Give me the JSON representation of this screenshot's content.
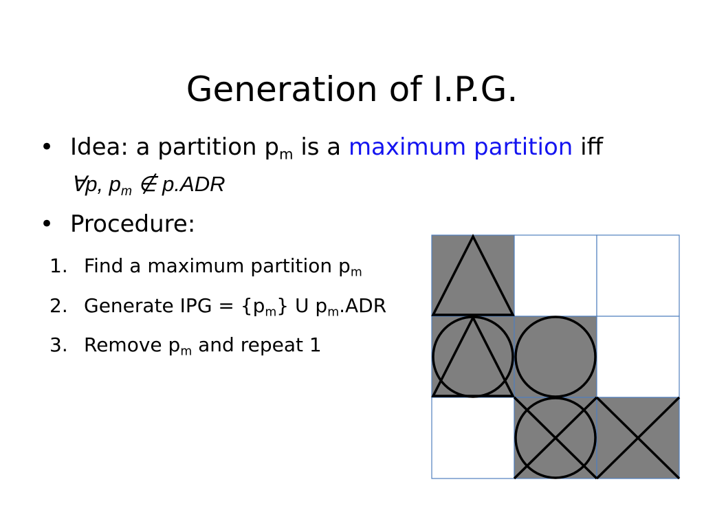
{
  "slide": {
    "title": "Generation of I.P.G.",
    "bullets": [
      {
        "bullet": "•",
        "text_before": "Idea: a partition p",
        "sub1": "m",
        "text_middle": " is a ",
        "highlight": "maximum partition",
        "text_after": " iff",
        "math_forall": "∀",
        "math_p": "p, p",
        "math_sub": "m",
        "math_notin": " ∉ ",
        "math_rest": "p.ADR"
      },
      {
        "bullet": "•",
        "text": "Procedure:"
      }
    ],
    "steps": [
      {
        "num": "1.",
        "text": "Find a maximum partition p",
        "sub": "m"
      },
      {
        "num": "2.",
        "text_a": "Generate IPG = {p",
        "sub_a": "m",
        "text_b": "} U p",
        "sub_b": "m",
        "text_c": ".ADR"
      },
      {
        "num": "3.",
        "text_a": "Remove p",
        "sub_a": "m",
        "text_b": " and repeat 1"
      }
    ]
  },
  "colors": {
    "accent": "#1414f0",
    "cell_fill": "#7f7f7f",
    "cell_border": "#4f7fbf"
  },
  "grid_figure": {
    "rows": 3,
    "cols": 3,
    "cells": [
      {
        "row": 0,
        "col": 0,
        "filled": true,
        "shapes": [
          "triangle-icon"
        ]
      },
      {
        "row": 0,
        "col": 1,
        "filled": false,
        "shapes": []
      },
      {
        "row": 0,
        "col": 2,
        "filled": false,
        "shapes": []
      },
      {
        "row": 1,
        "col": 0,
        "filled": true,
        "shapes": [
          "circle-icon",
          "triangle-icon"
        ]
      },
      {
        "row": 1,
        "col": 1,
        "filled": true,
        "shapes": [
          "circle-icon"
        ]
      },
      {
        "row": 1,
        "col": 2,
        "filled": false,
        "shapes": []
      },
      {
        "row": 2,
        "col": 0,
        "filled": false,
        "shapes": []
      },
      {
        "row": 2,
        "col": 1,
        "filled": true,
        "shapes": [
          "circle-icon",
          "x-cross-icon"
        ]
      },
      {
        "row": 2,
        "col": 2,
        "filled": true,
        "shapes": [
          "x-cross-icon"
        ]
      }
    ]
  }
}
